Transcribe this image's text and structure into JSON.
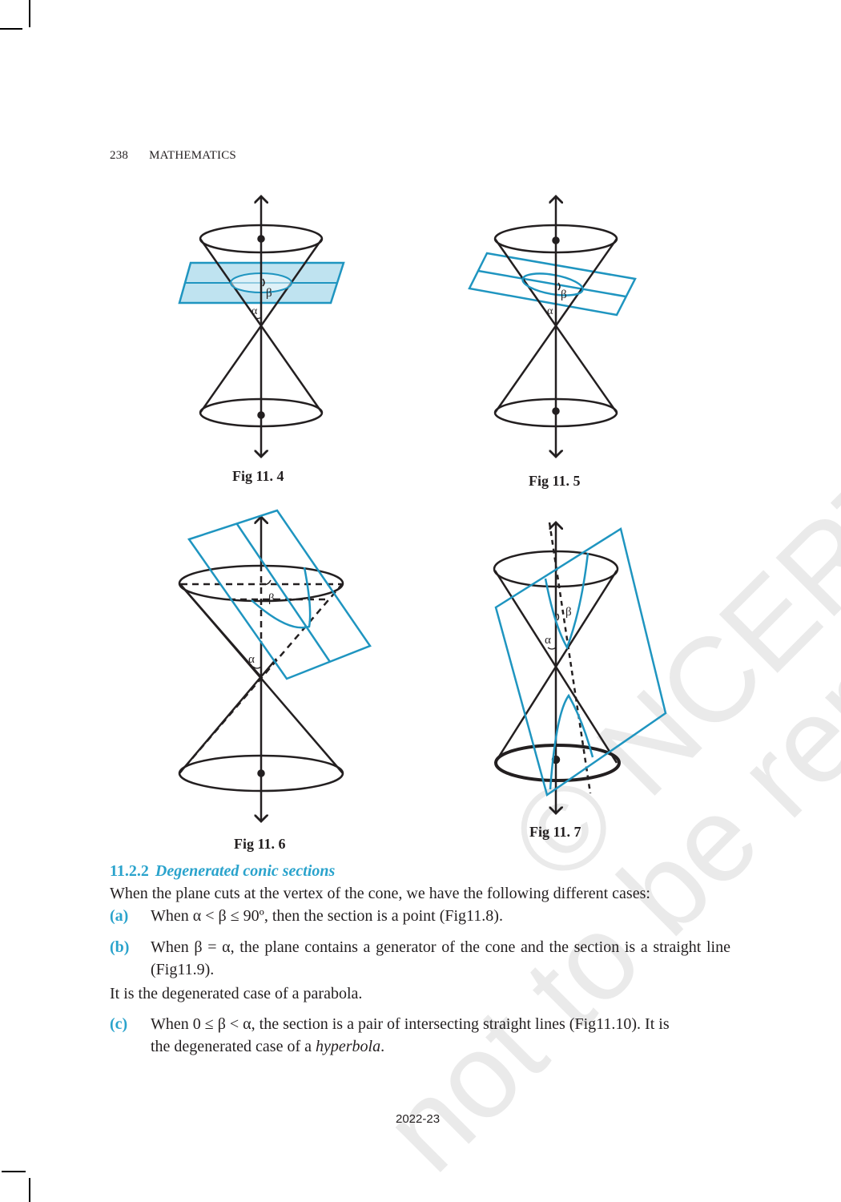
{
  "header": {
    "page_number": "238",
    "subject": "MATHEMATICS"
  },
  "figures": [
    {
      "id": "fig-11-4",
      "caption": "Fig 11. 4",
      "labels": {
        "alpha": "α",
        "beta": "β"
      },
      "description": "Double cone cut by a horizontal plane; section is a circle"
    },
    {
      "id": "fig-11-5",
      "caption": "Fig 11. 5",
      "labels": {
        "alpha": "α",
        "beta": "β"
      },
      "description": "Double cone cut by a tilted plane; section is an ellipse"
    },
    {
      "id": "fig-11-6",
      "caption": "Fig 11. 6",
      "labels": {
        "alpha": "α",
        "beta": "β"
      },
      "description": "Double cone cut by a plane parallel to a generator; section is a parabola"
    },
    {
      "id": "fig-11-7",
      "caption": "Fig 11. 7",
      "labels": {
        "alpha": "α",
        "beta": "β"
      },
      "description": "Double cone cut by a steep plane through both nappes; section is a hyperbola"
    }
  ],
  "colors": {
    "accent": "#2aa3cc",
    "plane_fill": "#bfe3f0",
    "plane_stroke": "#1f95c0",
    "ink": "#231f20"
  },
  "watermark": {
    "line1": "© NCERT",
    "line2": "not to be republished"
  },
  "section": {
    "number": "11.2.2",
    "title": "Degenerated conic sections",
    "intro": "When the plane cuts at the vertex of the cone, we have  the following  different cases:",
    "items": [
      {
        "label": "(a)",
        "text": "When α < β ≤ 90º, then the section is a point (Fig11.8)."
      },
      {
        "label": "(b)",
        "text": "When β = α, the plane contains a generator of the cone and the section is a straight line (Fig11.9)."
      },
      {
        "label": "(c)",
        "text": "When 0 ≤ β < α, the section is a pair of intersecting straight lines (Fig11.10).  It is the degenerated case of a hyperbola."
      }
    ],
    "note_b": "It is the degenerated case of a parabola.",
    "item_c_line1": "When 0 ≤ β < α, the section is a pair of intersecting straight lines (Fig11.10).  It is",
    "item_c_line2_pre": "the degenerated case of a ",
    "item_c_line2_em": "hyperbola",
    "item_c_line2_post": "."
  },
  "footer": {
    "year": "2022-23"
  }
}
